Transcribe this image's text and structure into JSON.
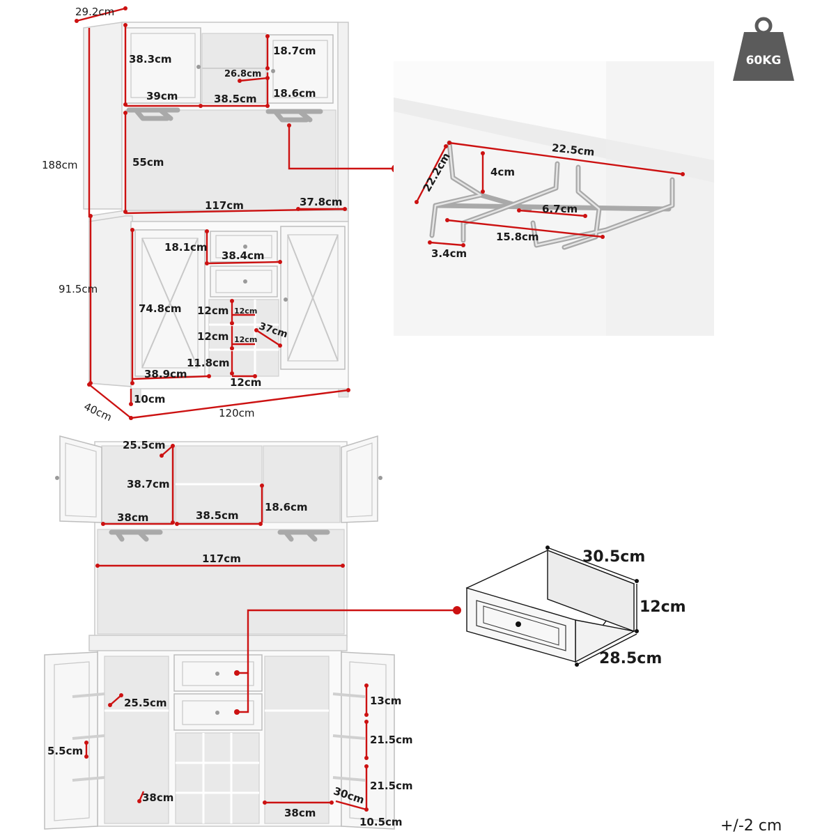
{
  "colors": {
    "dimension": "#cc1111",
    "cabinet": "#fafafa",
    "weight_badge": "#5b5b5b"
  },
  "weight_badge": {
    "icon": "weight-icon",
    "label": "60KG"
  },
  "tolerance": "+/-2 cm",
  "overall": {
    "depth_top": "29.2cm",
    "height_total": "188cm",
    "height_base": "91.5cm",
    "depth_base": "40cm",
    "width": "120cm"
  },
  "front_view": {
    "upper_door_height": "38.3cm",
    "upper_shelf_height_top": "18.7cm",
    "upper_center_width": "26.8cm",
    "upper_shelf_height_bottom": "18.6cm",
    "upper_side_width": "39cm",
    "upper_center_depth": "38.5cm",
    "hutch_open_height": "55cm",
    "countertop_width": "117cm",
    "countertop_depth": "37.8cm",
    "drawer_height": "18.1cm",
    "drawer_width": "38.4cm",
    "base_door_height": "74.8cm",
    "wine_cell_1": "12cm",
    "wine_cell_1_small": "12cm",
    "wine_rack_depth": "37cm",
    "wine_cell_2": "12cm",
    "wine_cell_2_small": "12cm",
    "wine_cell_3": "11.8cm",
    "base_door_width": "38.9cm",
    "wine_cell_width": "12cm",
    "leg_height": "10cm"
  },
  "glass_rack": {
    "length": "22.5cm",
    "width": "22.2cm",
    "height": "4cm",
    "slot_width": "6.7cm",
    "inner_length": "15.8cm",
    "rail_gap": "3.4cm"
  },
  "open_view": {
    "upper_shelf_depth": "25.5cm",
    "upper_shelf_height": "38.7cm",
    "upper_side_width": "38cm",
    "upper_center_width": "38.5cm",
    "upper_center_height": "18.6cm",
    "hutch_width": "117cm",
    "base_shelf_depth": "25.5cm",
    "door_rack_spacing": "5.5cm",
    "base_left_width": "38cm",
    "base_right_width": "38cm",
    "base_depth": "30cm",
    "door_shelf_1": "13cm",
    "door_shelf_2": "21.5cm",
    "door_shelf_3": "21.5cm",
    "door_shelf_depth": "10.5cm"
  },
  "drawer_detail": {
    "width": "30.5cm",
    "height": "12cm",
    "depth": "28.5cm"
  }
}
